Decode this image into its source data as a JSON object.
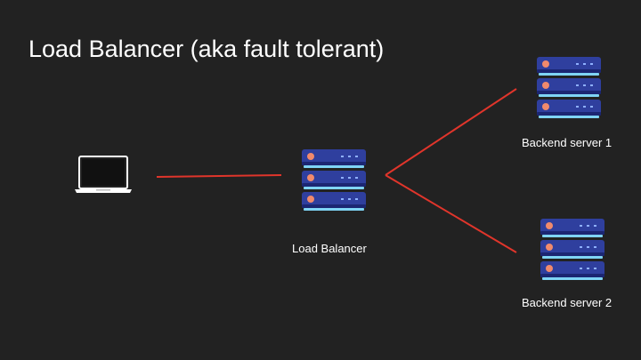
{
  "slide": {
    "title": "Load Balancer (aka fault tolerant)",
    "background": "#222222"
  },
  "nodes": {
    "client": {
      "icon": "laptop-icon"
    },
    "load_balancer": {
      "icon": "server-rack-icon",
      "label": "Load Balancer"
    },
    "backend_1": {
      "icon": "server-rack-icon",
      "label": "Backend server 1"
    },
    "backend_2": {
      "icon": "server-rack-icon",
      "label": "Backend server 2"
    }
  },
  "edges": [
    {
      "from": "client",
      "to": "load_balancer"
    },
    {
      "from": "load_balancer",
      "to": "backend_1"
    },
    {
      "from": "load_balancer",
      "to": "backend_2"
    }
  ],
  "colors": {
    "connector": "#e0352b",
    "server_body": "#2f3f9e",
    "server_shadow": "#1b2672",
    "server_led": "#f08a6c",
    "server_glow": "#7fd4f5",
    "text": "#ffffff"
  }
}
